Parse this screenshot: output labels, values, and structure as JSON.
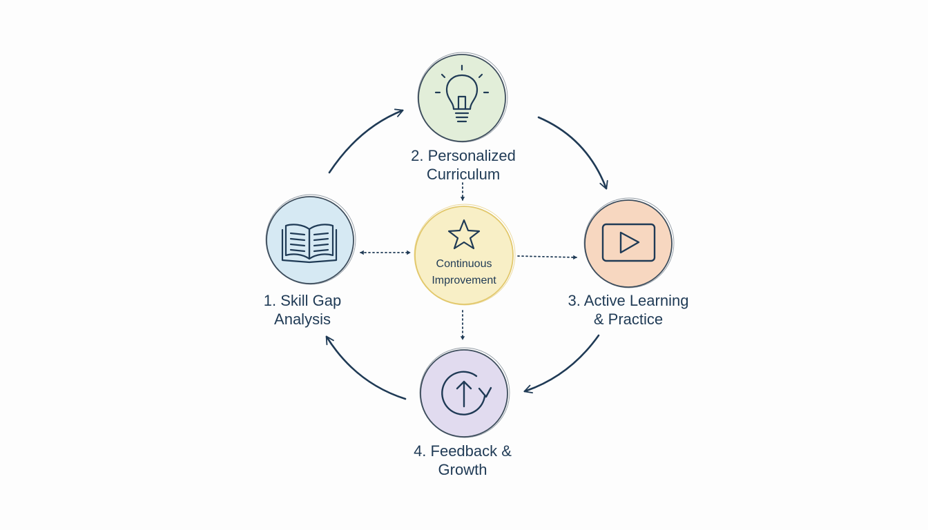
{
  "nodes": [
    {
      "id": "skill_gap",
      "line1": "1. Skill Gap",
      "line2": "Analysis",
      "icon": "open-book-icon",
      "fill": "#d6e9f3"
    },
    {
      "id": "personalized_curriculum",
      "line1": "2. Personalized",
      "line2": "Curriculum",
      "icon": "lightbulb-icon",
      "fill": "#e2eed9"
    },
    {
      "id": "active_learning",
      "line1": "3. Active Learning",
      "line2": "& Practice",
      "icon": "play-video-icon",
      "fill": "#f7d7c0"
    },
    {
      "id": "feedback_growth",
      "line1": "4. Feedback &",
      "line2": "Growth",
      "icon": "refresh-arrow-icon",
      "fill": "#e1dbef"
    }
  ],
  "center": {
    "line1": "Continuous",
    "line2": "Improvement",
    "icon": "star-icon",
    "fill": "#f8efc6"
  },
  "colors": {
    "stroke": "#1f3a55",
    "outline": "#3d4d5c"
  }
}
